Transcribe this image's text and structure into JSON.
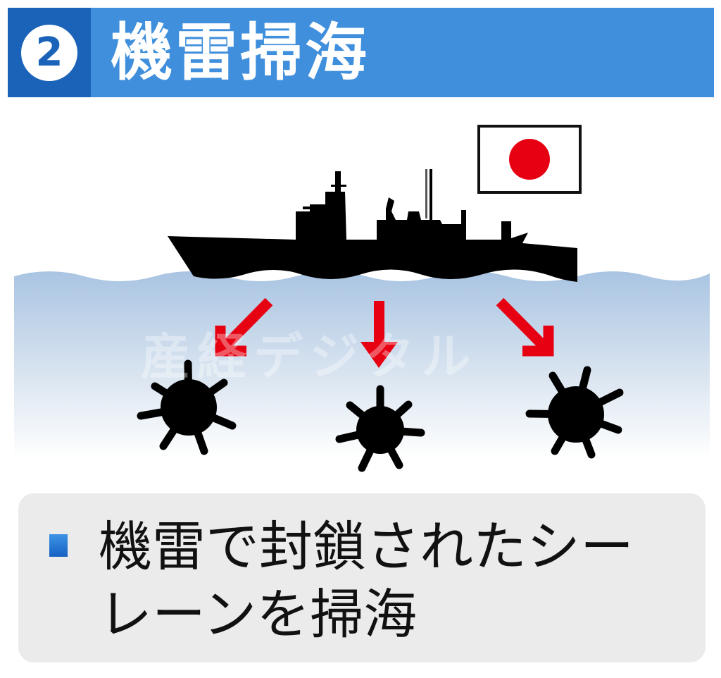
{
  "header": {
    "number": "2",
    "title": "機雷掃海",
    "colors": {
      "bar": "#3f8fdc",
      "number_box": "#1a63b8",
      "text": "#ffffff"
    }
  },
  "illustration": {
    "flag": {
      "name": "Japan flag",
      "disc_color": "#e60012"
    },
    "ship": {
      "name": "minesweeper ship silhouette",
      "color": "#000000"
    },
    "water": {
      "top_color": "#a9c4e2",
      "bottom_color": "#ffffff"
    },
    "arrows": [
      {
        "direction": "down-left",
        "color": "#e60012"
      },
      {
        "direction": "down",
        "color": "#e60012"
      },
      {
        "direction": "down-right",
        "color": "#e60012"
      }
    ],
    "mines": [
      {
        "label": "sea mine"
      },
      {
        "label": "sea mine"
      },
      {
        "label": "sea mine"
      }
    ],
    "watermark": "産経デジタル"
  },
  "caption": {
    "bullet_color": "#1a6fd0",
    "text": "機雷で封鎖されたシーレーンを掃海"
  }
}
